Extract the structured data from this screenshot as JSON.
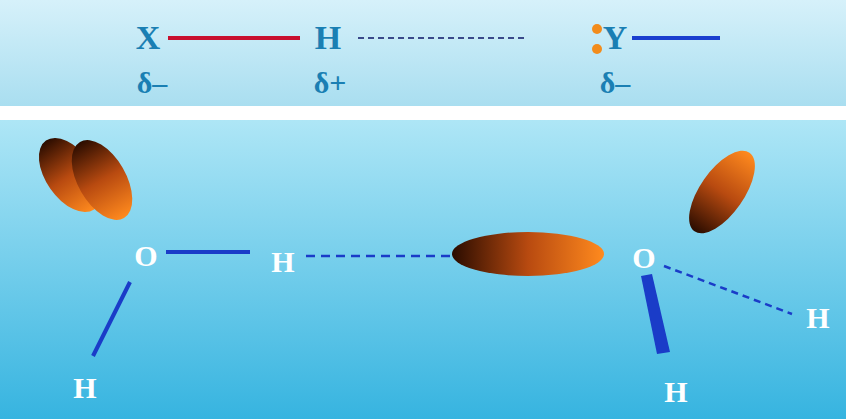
{
  "diagram": {
    "labels": [
      "X",
      "H",
      "Y",
      "δ–",
      "δ+",
      "δ–",
      "O",
      "H",
      "H",
      "O",
      "H",
      "H"
    ]
  }
}
